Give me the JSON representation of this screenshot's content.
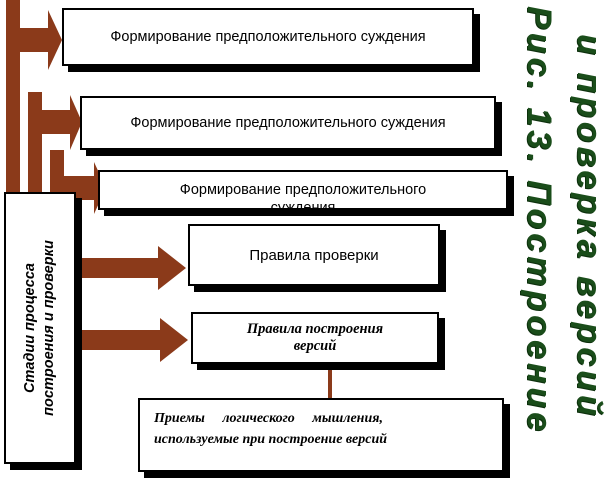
{
  "boxes": {
    "top1": "Формирование предположительного суждения",
    "top2": "Формирование предположительного суждения",
    "top3_line1": "Формирование предположительного",
    "top3_line2": "суждения",
    "rules_check": "Правила проверки",
    "rules_build_line1": "Правила построения",
    "rules_build_line2": "версий",
    "methods_line1": "Приемы     логического     мышления,",
    "methods_line2": "используемые при построение версий"
  },
  "stage": {
    "line1": "Стадии процесса",
    "line2": "построения и проверки"
  },
  "side_title": {
    "col1": "Рис. 13. Построение",
    "col2": "и проверка версий"
  },
  "colors": {
    "arrow": "#8b3a1a",
    "title": "#1a4d1a"
  }
}
